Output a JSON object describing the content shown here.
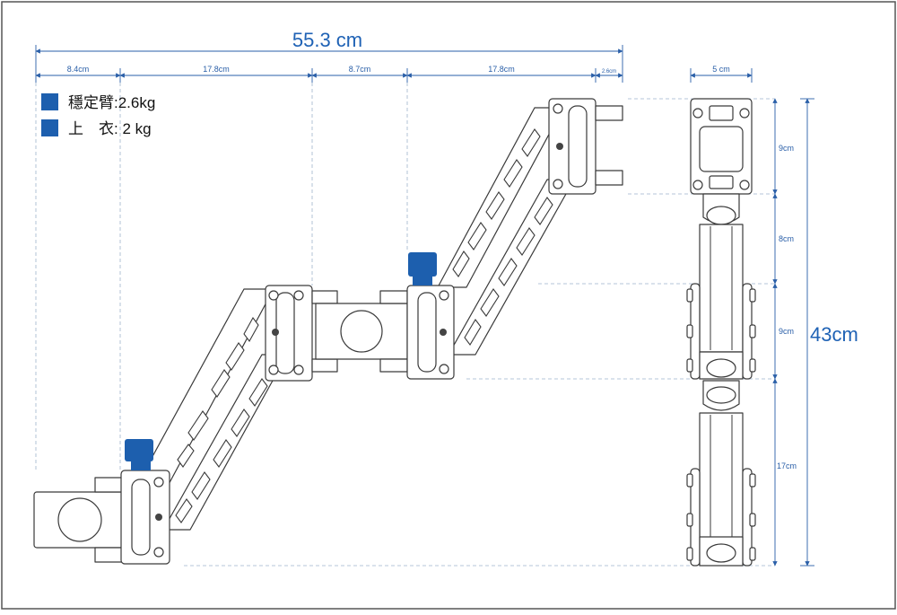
{
  "dimensions": {
    "total_width": "55.3 cm",
    "segments": [
      "8.4cm",
      "17.8cm",
      "8.7cm",
      "17.8cm",
      "2.6cm"
    ],
    "side_width": "5 cm",
    "total_height": "43cm",
    "side_segments": [
      "9cm",
      "8cm",
      "9cm",
      "17cm"
    ]
  },
  "legend": [
    {
      "label": "穩定臂:2.6kg",
      "color": "#1d5fae"
    },
    {
      "label": "上　衣: 2 kg",
      "color": "#1d5fae"
    }
  ],
  "colors": {
    "accent": "#1d5fae",
    "line": "#3a3a3a",
    "dimension": "#2a5fa8"
  }
}
